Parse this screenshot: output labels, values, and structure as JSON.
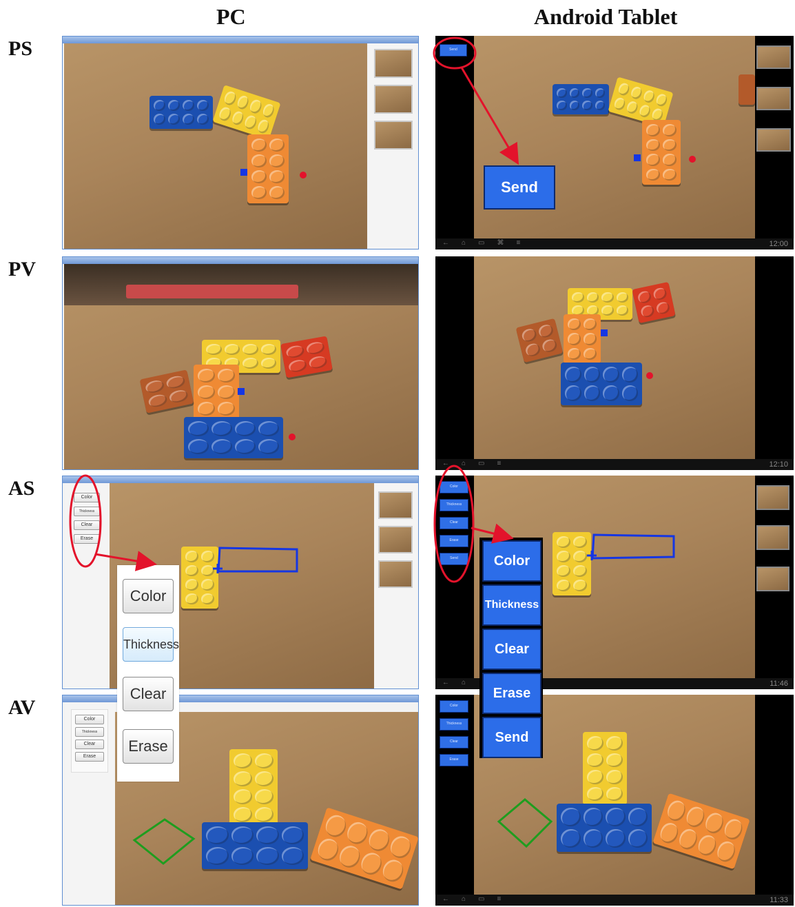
{
  "columns": {
    "pc": "PC",
    "tablet": "Android Tablet"
  },
  "rows": [
    "PS",
    "PV",
    "AS",
    "AV"
  ],
  "pc_buttons": {
    "color": "Color",
    "thickness": "Thickness",
    "clear": "Clear",
    "erase": "Erase"
  },
  "tablet_buttons": {
    "send": "Send",
    "color": "Color",
    "thickness": "Thickness",
    "clear": "Clear",
    "erase": "Erase"
  },
  "clocks": {
    "ps": "12:00",
    "pv": "12:10",
    "as": "11:46",
    "av": "11:33"
  },
  "colors": {
    "annotation_red": "#e3132b",
    "tablet_button_blue": "#2c6de9",
    "pc_window_border": "#5f8ed1",
    "drawing_blue": "#1536e3",
    "drawing_green": "#1f9d1f"
  }
}
